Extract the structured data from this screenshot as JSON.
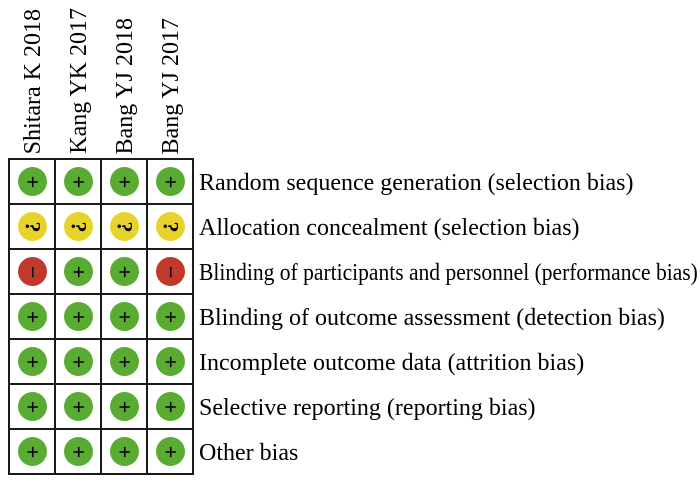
{
  "chart_data": {
    "type": "table",
    "description_visible_only": "risk of bias judgment grid",
    "columns": [
      "Shitara K 2018",
      "Kang YK 2017",
      "Bang YJ 2018",
      "Bang YJ 2017"
    ],
    "rows": [
      "Random sequence generation (selection bias)",
      "Allocation concealment (selection bias)",
      "Blinding of participants and personnel (performance bias)",
      "Blinding of outcome assessment (detection bias)",
      "Incomplete outcome data (attrition bias)",
      "Selective reporting (reporting bias)",
      "Other bias"
    ],
    "values": [
      [
        "+",
        "+",
        "+",
        "+"
      ],
      [
        "?",
        "?",
        "?",
        "?"
      ],
      [
        "-",
        "+",
        "+",
        "-"
      ],
      [
        "+",
        "+",
        "+",
        "+"
      ],
      [
        "+",
        "+",
        "+",
        "+"
      ],
      [
        "+",
        "+",
        "+",
        "+"
      ],
      [
        "+",
        "+",
        "+",
        "+"
      ]
    ],
    "judgment_colors": {
      "+": "#5aab32",
      "?": "#e8d32c",
      "-": "#c0392b"
    },
    "judgment_symbols": {
      "+": "+",
      "?": "?",
      "-": "−"
    },
    "grid_line_color": "#1a1a1a",
    "text_color": "#000000",
    "legend_position": "none",
    "grid_on": true
  }
}
